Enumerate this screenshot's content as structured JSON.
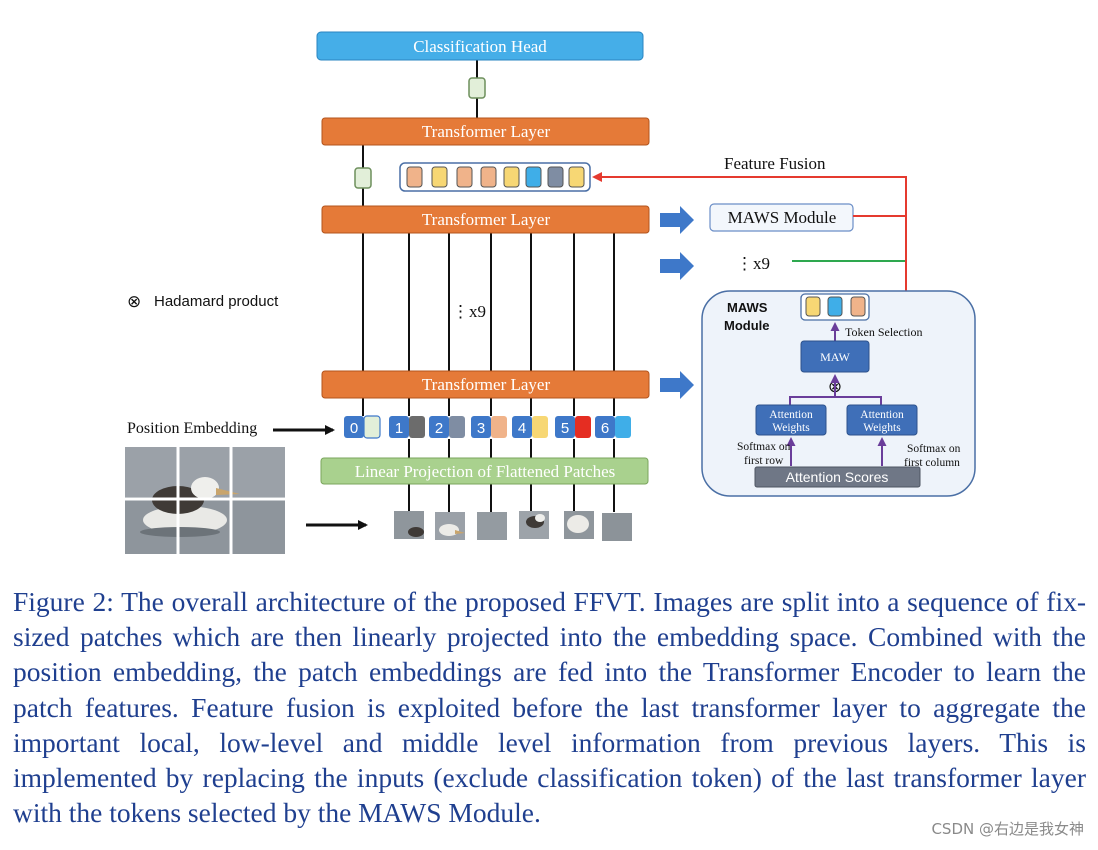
{
  "diagram": {
    "classification_head": "Classification Head",
    "transformer_layer": "Transformer Layer",
    "linear_projection": "Linear Projection of Flattened Patches",
    "feature_fusion": "Feature Fusion",
    "maws_module_box": "MAWS Module",
    "repeat_top": "⋮x9",
    "repeat_middle": "⋮x9",
    "hadamard_symbol": "⊗",
    "hadamard_label": "Hadamard product",
    "position_embedding": "Position Embedding",
    "position_ids": [
      "0",
      "1",
      "2",
      "3",
      "4",
      "5",
      "6"
    ],
    "maws_panel": {
      "title_line1": "MAWS",
      "title_line2": "Module",
      "token_selection": "Token Selection",
      "maw": "MAW",
      "hadamard": "⊗",
      "attention_weights_left_line1": "Attention",
      "attention_weights_left_line2": "Weights",
      "attention_weights_right_line1": "Attention",
      "attention_weights_right_line2": "Weights",
      "softmax_row_line1": "Softmax on",
      "softmax_row_line2": "first row",
      "softmax_col_line1": "Softmax on",
      "softmax_col_line2": "first column",
      "attention_scores": "Attention Scores"
    },
    "colors": {
      "transformer": "#e57a38",
      "classification_head": "#45aee8",
      "linear_projection": "#a9d18e",
      "maw_block": "#3f6fb8",
      "attention_scores": "#6f7786",
      "fusion_arrow": "#e53a2f",
      "repeat_line": "#2ea84f",
      "blue_arrow": "#3e78c9",
      "token_cls": "#e2efd9",
      "token_orange": "#f0b38a",
      "token_yellow": "#f7d774",
      "token_blue": "#3faee8",
      "token_slate": "#7f8da3",
      "token_red": "#e52d22"
    }
  },
  "caption": "Figure 2: The overall architecture of the proposed FFVT. Images are split into a sequence of fix-sized patches which are then linearly projected into the embedding space. Combined with the position embedding, the patch embeddings are fed into the Transformer Encoder to learn the patch features. Feature fusion is exploited before the last transformer layer to aggregate the important local, low-level and middle level information from previous layers. This is implemented by replacing the inputs (exclude classification token) of the last transformer layer with the tokens selected by the MAWS Module.",
  "watermark": "CSDN @右边是我女神"
}
